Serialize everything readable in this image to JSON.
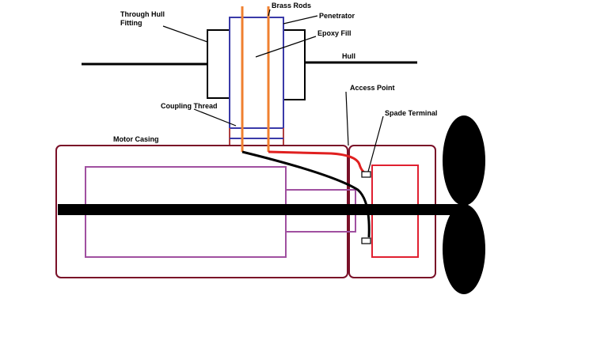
{
  "labels": {
    "through_hull_fitting_line1": "Through Hull",
    "through_hull_fitting_line2": "Fitting",
    "brass_rods": "Brass Rods",
    "penetrator": "Penetrator",
    "epoxy_fill": "Epoxy Fill",
    "hull": "Hull",
    "access_point": "Access Point",
    "spade_terminal": "Spade Terminal",
    "coupling_thread": "Coupling Thread",
    "motor_casing": "Motor Casing"
  },
  "colors": {
    "background": "#ffffff",
    "hull": "#000000",
    "fitting": "#000000",
    "penetrator": "#3a3aa8",
    "epoxy_fill": "#b04040",
    "brass_rods": "#f08030",
    "motor_casing": "#7a1028",
    "motor_internal": "#a050a0",
    "access_box": "#e02030",
    "red_wire": "#e02020",
    "black_wire": "#000000",
    "shaft": "#000000",
    "propeller": "#000000",
    "leader_lines": "#000000"
  }
}
